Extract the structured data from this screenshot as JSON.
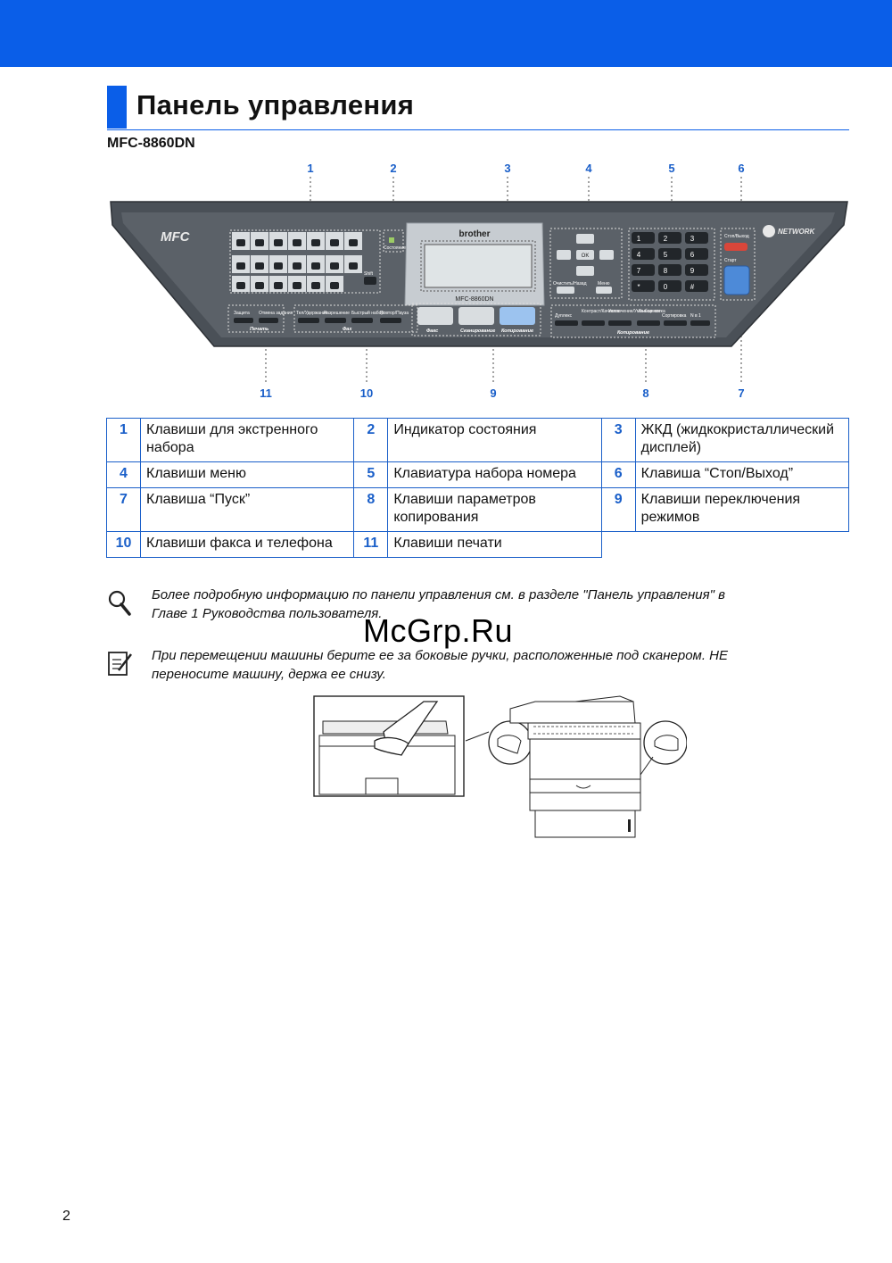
{
  "header": {
    "title": "Панель управления",
    "model": "MFC-8860DN"
  },
  "panel": {
    "callouts_top": [
      "1",
      "2",
      "3",
      "4",
      "5",
      "6"
    ],
    "callouts_bottom": [
      "11",
      "10",
      "9",
      "8",
      "7"
    ],
    "logo": "MFC",
    "network_logo": "NETWORK",
    "brand": "brother",
    "lcd_model": "MFC-8860DN",
    "labels": {
      "print_group": "Печать",
      "fax_group": "Фax",
      "copy_group": "Копирование",
      "mode_fax": "Факс",
      "mode_scan": "Сканирование",
      "mode_copy": "Копирование",
      "stop": "Стоп/Выход",
      "start": "Старт",
      "clear": "Очистить/Назад",
      "menu": "Меню",
      "ok": "OK",
      "status": "Состояние",
      "shift": "Shift",
      "secure": "Защита",
      "job_cancel": "Отмена задания",
      "tel": "Тел/Удержание",
      "resolution": "Разрешение",
      "speed_dial": "Быстрый набор",
      "redial": "Повтор/Пауза",
      "duplex": "Дуплекс",
      "contrast": "Контраст/Качество",
      "enlarge": "Увеличение/Уменьшение",
      "tray": "Выбор лотка",
      "sort": "Сортировка",
      "nin1": "N в 1"
    },
    "keypad": [
      "1",
      "2",
      "3",
      "4",
      "5",
      "6",
      "7",
      "8",
      "9",
      "*",
      "0",
      "#"
    ]
  },
  "legend": [
    [
      {
        "n": "1",
        "t": "Клавиши для экстренного набора"
      },
      {
        "n": "2",
        "t": "Индикатор состояния"
      },
      {
        "n": "3",
        "t": "ЖКД (жидкокристаллический дисплей)"
      }
    ],
    [
      {
        "n": "4",
        "t": "Клавиши меню"
      },
      {
        "n": "5",
        "t": "Клавиатура набора номера"
      },
      {
        "n": "6",
        "t": "Клавиша “Стоп/Выход”"
      }
    ],
    [
      {
        "n": "7",
        "t": "Клавиша “Пуск”"
      },
      {
        "n": "8",
        "t": "Клавиши параметров копирования"
      },
      {
        "n": "9",
        "t": "Клавиши переключения режимов"
      }
    ],
    [
      {
        "n": "10",
        "t": "Клавиши факса и телефона"
      },
      {
        "n": "11",
        "t": "Клавиши печати"
      }
    ]
  ],
  "notes": {
    "info_line1": "Более подробную информацию по панели управления см. в разделе \"Панель управления\" в",
    "info_line2": "Главе 1 Руководства пользователя.",
    "warn_line1": "При перемещении машины берите ее за боковые ручки, расположенные под сканером. НЕ",
    "warn_line2": "переносите машину, держа ее снизу."
  },
  "watermark": "McGrp.Ru",
  "page_number": "2"
}
